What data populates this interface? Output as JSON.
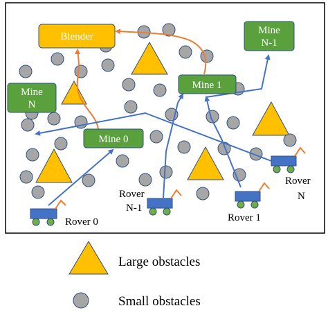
{
  "colors": {
    "blender_fill": "#FFC000",
    "mine_fill": "#5AA13E",
    "obstacle_large": "#FFC000",
    "obstacle_small": "#A6A6A6",
    "rover_path": "#4472C4",
    "blender_path": "#ED7D31",
    "rover_body": "#4472C4",
    "rover_wheel": "#70AD47",
    "rover_arm": "#ED7D31"
  },
  "blender": {
    "label": "Blender"
  },
  "mines": [
    {
      "id": "mine-0",
      "line1": "Mine 0",
      "line2": ""
    },
    {
      "id": "mine-1",
      "line1": "Mine 1",
      "line2": ""
    },
    {
      "id": "mine-n",
      "line1": "Mine",
      "line2": "N"
    },
    {
      "id": "mine-n-1",
      "line1": "Mine",
      "line2": "N-1"
    }
  ],
  "rovers": [
    {
      "id": "rover-0",
      "line1": "Rover 0",
      "line2": ""
    },
    {
      "id": "rover-n-1",
      "line1": "Rover",
      "line2": "N-1"
    },
    {
      "id": "rover-1",
      "line1": "Rover 1",
      "line2": ""
    },
    {
      "id": "rover-n",
      "line1": "Rover",
      "line2": "N"
    }
  ],
  "legend": {
    "large": "Large obstacles",
    "small": "Small obstacles"
  }
}
